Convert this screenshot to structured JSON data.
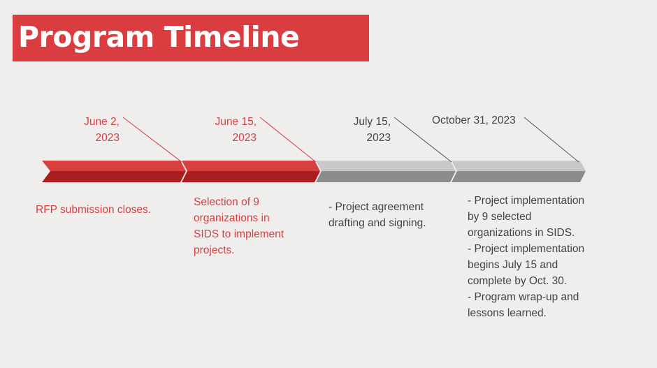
{
  "title": "Program Timeline",
  "milestones": [
    {
      "date": "June 2,\n2023",
      "description": "RFP submission closes."
    },
    {
      "date": "June 15,\n2023",
      "description": "Selection of 9\norganizations in\nSIDS to implement\nprojects."
    },
    {
      "date": "July 15,\n2023",
      "description": "- Project agreement\ndrafting and signing."
    },
    {
      "date": "October 31, 2023",
      "description": "- Project implementation\nby 9 selected\norganizations in SIDS.\n- Project implementation\nbegins July 15 and\ncomplete by Oct. 30.\n- Program wrap-up and\nlessons learned."
    }
  ],
  "colors": {
    "banner": "#d93d3f",
    "completed_text": "#d93d3f",
    "pending_text": "#444444",
    "completed_arrow_top": "#d8403f",
    "completed_arrow_bottom": "#a91d1f",
    "pending_arrow_top": "#c8c8c8",
    "pending_arrow_bottom": "#8c8c8c"
  }
}
